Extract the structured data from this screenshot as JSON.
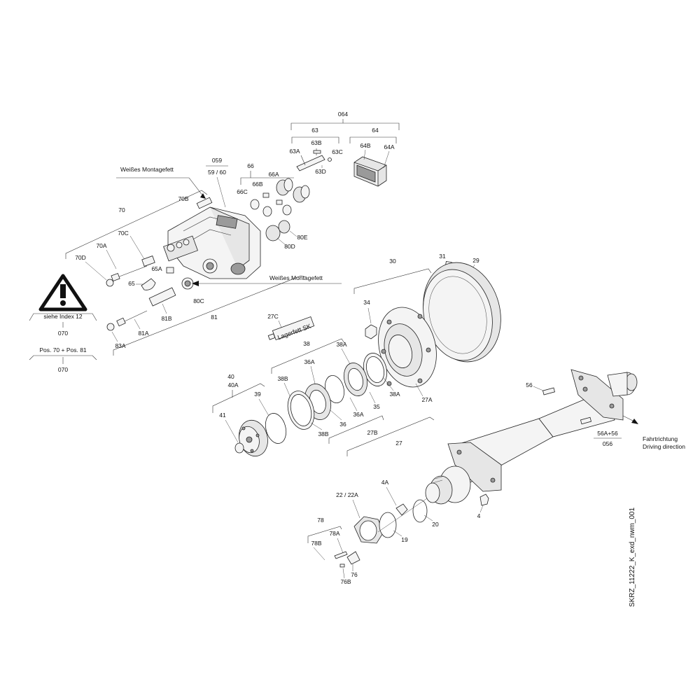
{
  "labels": {
    "l064": "064",
    "l63": "63",
    "l64": "64",
    "l63A": "63A",
    "l63B": "63B",
    "l63C": "63C",
    "l63D": "63D",
    "l64B": "64B",
    "l64A": "64A",
    "l059": "059",
    "l5960": "59 / 60",
    "l66": "66",
    "l66A": "66A",
    "l66B": "66B",
    "l66C": "66C",
    "montage1": "Weißes Montagefett",
    "l70": "70",
    "l70B": "70B",
    "l70C": "70C",
    "l70A": "70A",
    "l70D": "70D",
    "l65A": "65A",
    "l65": "65",
    "l80E": "80E",
    "l80D": "80D",
    "l80C": "80C",
    "montage2": "Weißes Montagefett",
    "l81B": "81B",
    "l81": "81",
    "l81A": "81A",
    "l83A": "83A",
    "siehe": "siehe Index 12",
    "l070a": "070",
    "pos": "Pos. 70 + Pos. 81",
    "l070b": "070",
    "l31": "31",
    "l29": "29",
    "l30": "30",
    "l34": "34",
    "l27C": "27C",
    "lagerfett": "Lagerfett SK",
    "l38": "38",
    "l38A_a": "38A",
    "l36A_a": "36A",
    "l38B_a": "38B",
    "l40": "40",
    "l40A": "40A",
    "l39": "39",
    "l41": "41",
    "l36": "36",
    "l36A_b": "36A",
    "l35": "35",
    "l38A_b": "38A",
    "l27A": "27A",
    "l38B_b": "38B",
    "l27B": "27B",
    "l27": "27",
    "l56": "56",
    "l56A56": "56A+56",
    "l056": "056",
    "fahrt": "Fahrtrichtung",
    "driving": "Driving direction",
    "l4A": "4A",
    "l2222A": "22 / 22A",
    "l20": "20",
    "l4": "4",
    "l19": "19",
    "l78": "78",
    "l78A": "78A",
    "l78B": "78B",
    "l76": "76",
    "l76B": "76B",
    "code": "SKRZ_11222_K_exd_nwm_001"
  },
  "icons": {
    "warning": "warning-triangle-icon",
    "arrow": "driving-direction-arrow-icon"
  },
  "colors": {
    "line": "#222222",
    "background": "#ffffff"
  }
}
